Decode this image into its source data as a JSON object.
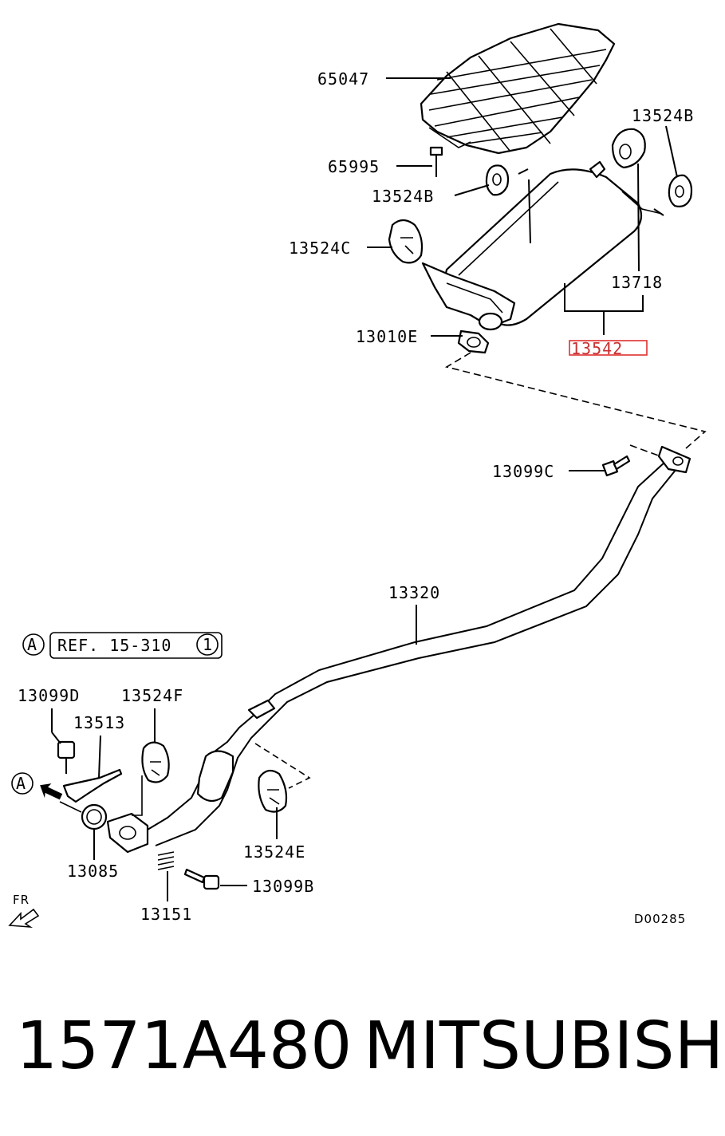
{
  "parts": {
    "p65047": "65047",
    "p65995": "65995",
    "p13524B_top": "13524B",
    "p13524B_mid": "13524B",
    "p13524C": "13524C",
    "p13718": "13718",
    "p13010E": "13010E",
    "p13542": "13542",
    "p13099C": "13099C",
    "p13320": "13320",
    "p13099D": "13099D",
    "p13524F": "13524F",
    "p13513": "13513",
    "p13524E": "13524E",
    "p13085": "13085",
    "p13151": "13151",
    "p13099B": "13099B"
  },
  "reference": {
    "marker": "A",
    "text": "REF. 15-310",
    "circle_num": "1"
  },
  "arrow_marker": "A",
  "direction": "FR",
  "drawing_id": "D00285",
  "highlight_color": "#e03030",
  "footer": {
    "part_number": "1571A480",
    "brand": "MITSUBISHI"
  }
}
